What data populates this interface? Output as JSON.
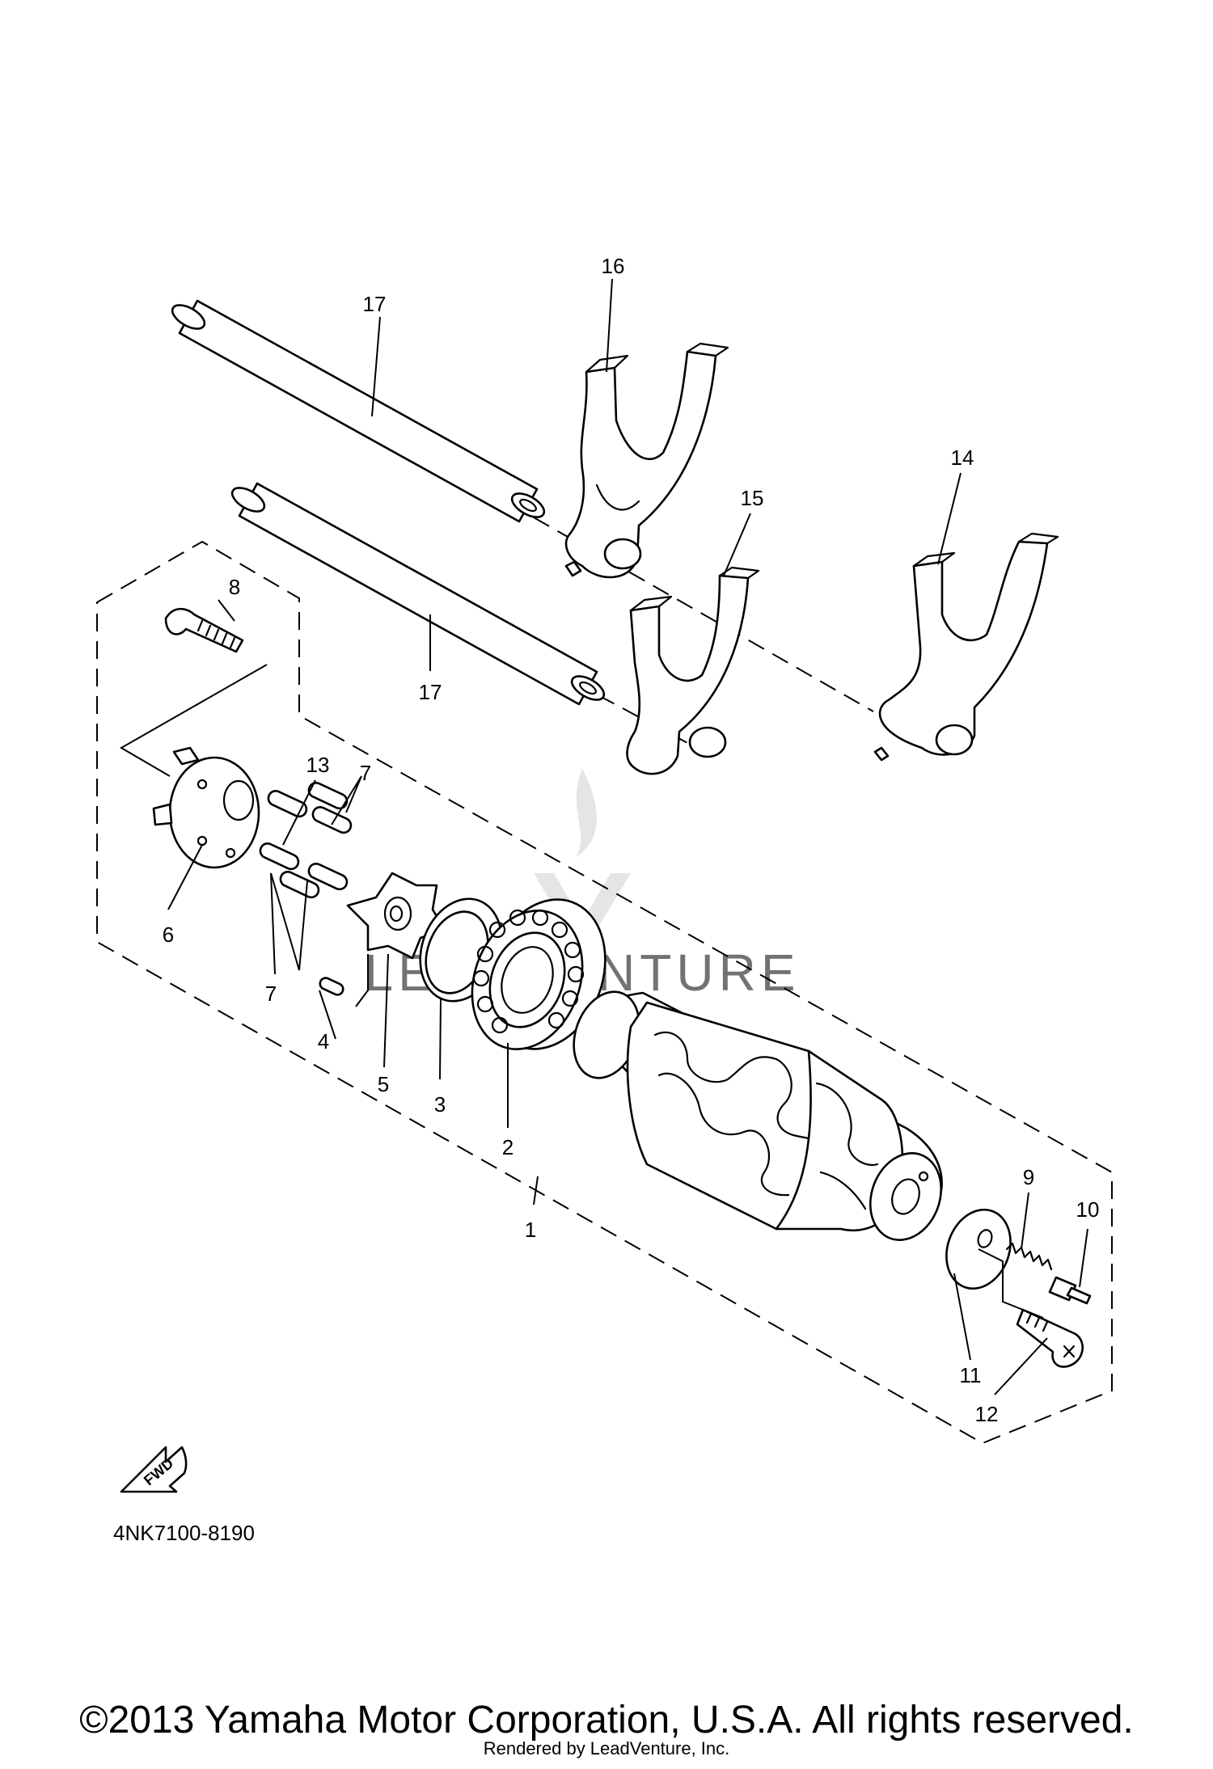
{
  "diagram_code": "4NK7100-8190",
  "fwd_label": "FWD",
  "watermark_text": "LEADVENTURE",
  "copyright": "©2013 Yamaha Motor Corporation, U.S.A. All rights reserved.",
  "rendered_by": "Rendered by LeadVenture, Inc.",
  "callouts": {
    "c1": "1",
    "c2": "2",
    "c3": "3",
    "c4": "4",
    "c5": "5",
    "c6": "6",
    "c7a": "7",
    "c7b": "7",
    "c8": "8",
    "c9": "9",
    "c10": "10",
    "c11": "11",
    "c12": "12",
    "c13": "13",
    "c14": "14",
    "c15": "15",
    "c16": "16",
    "c17a": "17",
    "c17b": "17"
  }
}
